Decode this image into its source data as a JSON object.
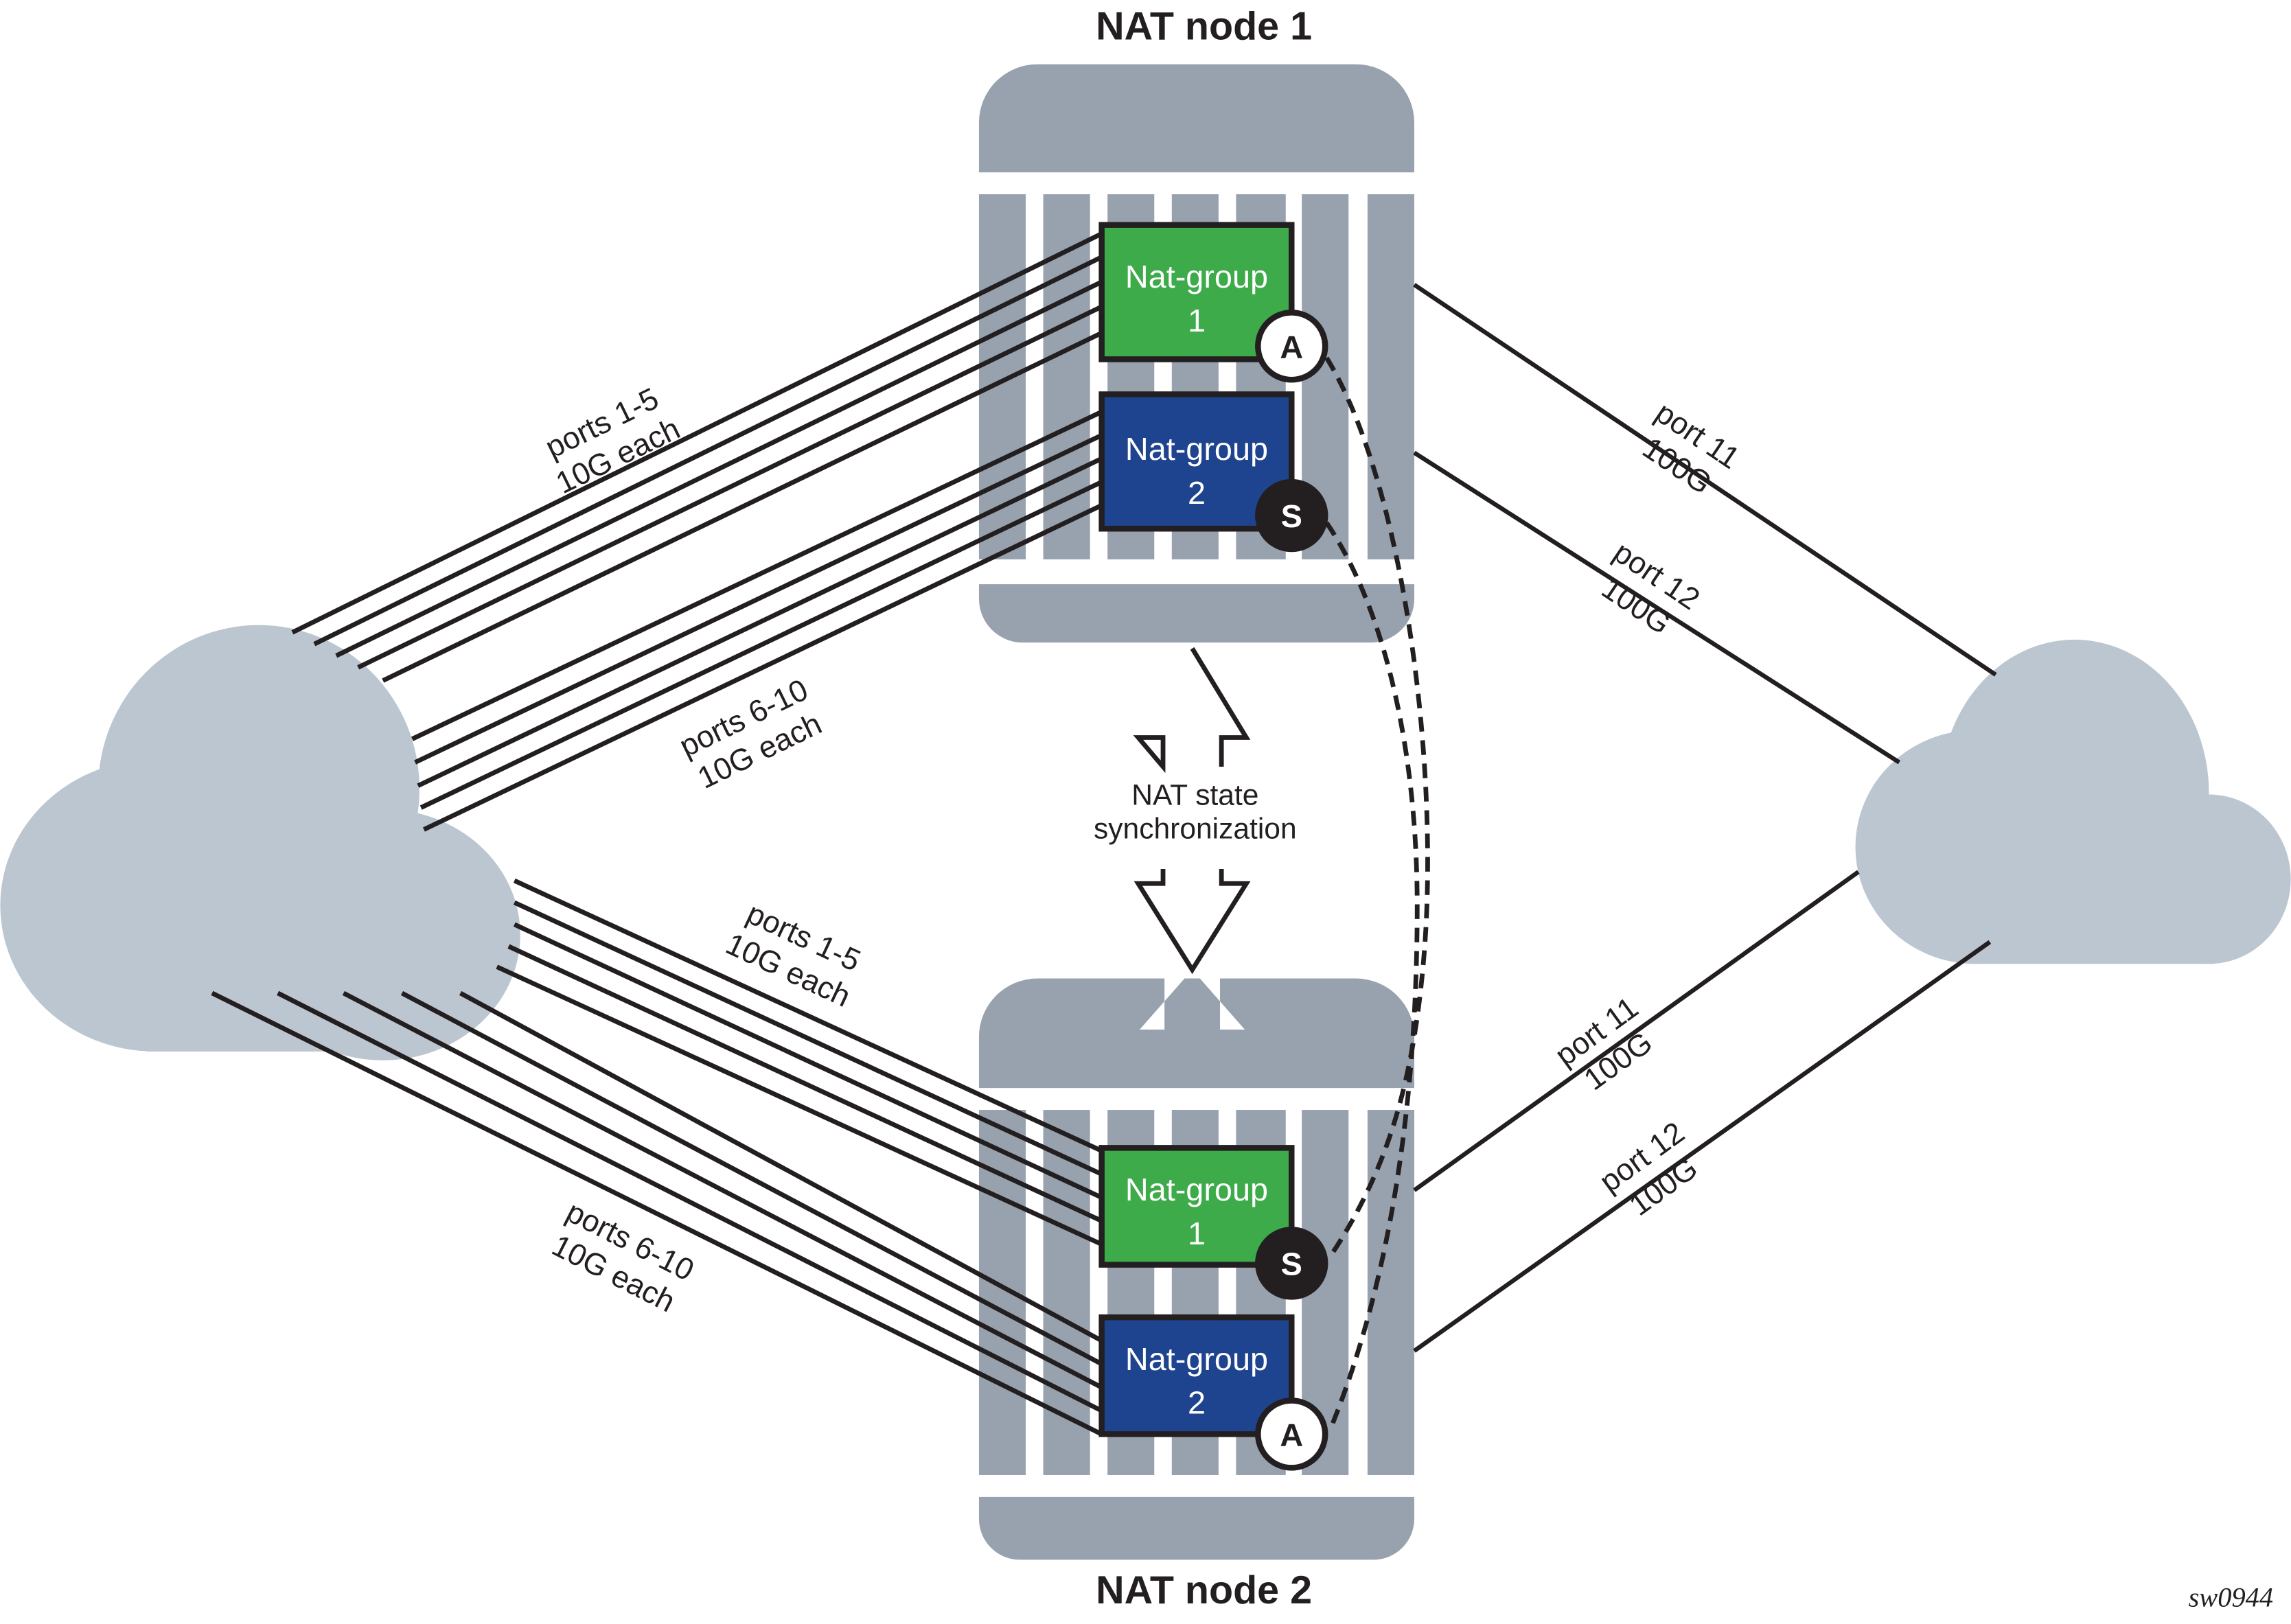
{
  "nodes": [
    {
      "title": "NAT node 1",
      "groups": [
        {
          "name": "Nat-group",
          "number": "1",
          "state": "A",
          "color": "#3dab4a"
        },
        {
          "name": "Nat-group",
          "number": "2",
          "state": "S",
          "color": "#1f448f"
        }
      ]
    },
    {
      "title": "NAT node 2",
      "groups": [
        {
          "name": "Nat-group",
          "number": "1",
          "state": "S",
          "color": "#3dab4a"
        },
        {
          "name": "Nat-group",
          "number": "2",
          "state": "A",
          "color": "#1f448f"
        }
      ]
    }
  ],
  "sync": {
    "line1": "NAT state",
    "line2": "synchronization"
  },
  "links": {
    "node1_left_a": {
      "line1": "ports 1-5",
      "line2": "10G each"
    },
    "node1_left_b": {
      "line1": "ports 6-10",
      "line2": "10G each"
    },
    "node2_left_a": {
      "line1": "ports 1-5",
      "line2": "10G each"
    },
    "node2_left_b": {
      "line1": "ports 6-10",
      "line2": "10G each"
    },
    "node1_right_11": {
      "line1": "port 11",
      "line2": "100G"
    },
    "node1_right_12": {
      "line1": "port 12",
      "line2": "100G"
    },
    "node2_right_11": {
      "line1": "port 11",
      "line2": "100G"
    },
    "node2_right_12": {
      "line1": "port 12",
      "line2": "100G"
    }
  },
  "figure_id": "sw0944",
  "colors": {
    "chassis": "#97a2ae",
    "cloud": "#bcc6d0",
    "active_badge": "#ffffff",
    "standby_badge": "#231f20"
  }
}
